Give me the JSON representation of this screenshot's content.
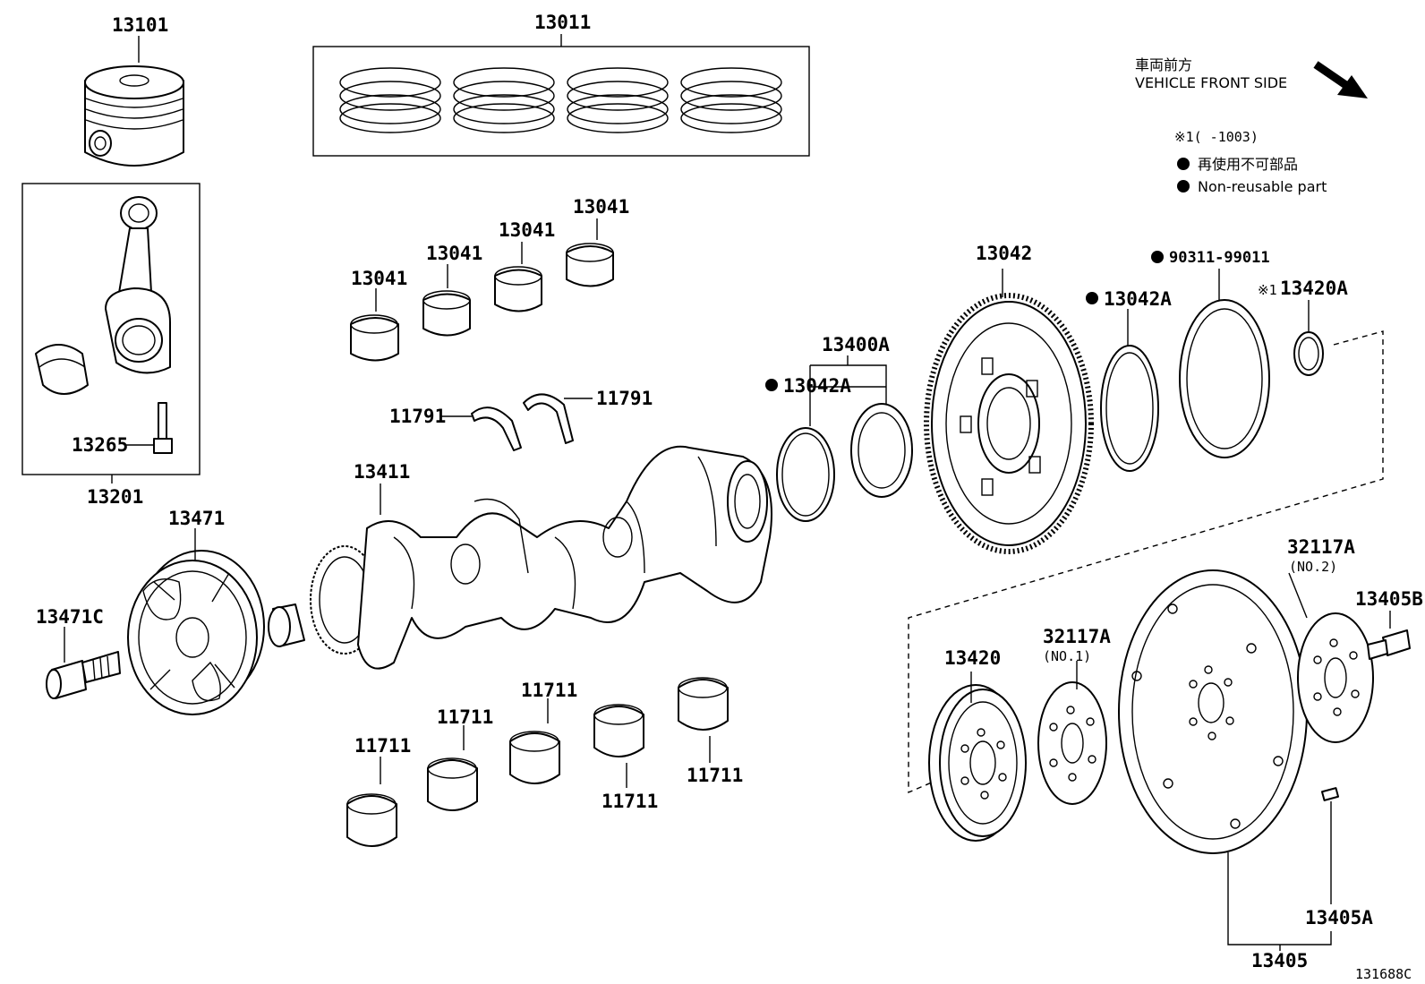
{
  "direction": {
    "japanese": "車両前方",
    "english": "VEHICLE FRONT SIDE"
  },
  "notes": {
    "ref1": "※1(      -1003)",
    "jp_non_reusable": "再使用不可部品",
    "en_non_reusable": "Non-reusable part"
  },
  "labels": {
    "l13101": "13101",
    "l13011": "13011",
    "l13041_a": "13041",
    "l13041_b": "13041",
    "l13041_c": "13041",
    "l13041_d": "13041",
    "l13042": "13042",
    "l13042A_upper": "13042A",
    "l90311": "90311-99011",
    "l13420A_prefix": "※1",
    "l13420A": "13420A",
    "l13400A": "13400A",
    "l13042A_lower": "13042A",
    "l11791_left": "11791",
    "l11791_right": "11791",
    "l13265": "13265",
    "l13201": "13201",
    "l13471": "13471",
    "l13411": "13411",
    "l13471C": "13471C",
    "l11711_1": "11711",
    "l11711_2": "11711",
    "l11711_3": "11711",
    "l11711_4": "11711",
    "l11711_5": "11711",
    "l32117A_no2": "32117A",
    "l32117A_no2_sub": "(NO.2)",
    "l13405B": "13405B",
    "l13420": "13420",
    "l32117A_no1": "32117A",
    "l32117A_no1_sub": "(NO.1)",
    "l13405A": "13405A",
    "l13405": "13405",
    "figure_code": "131688C"
  }
}
